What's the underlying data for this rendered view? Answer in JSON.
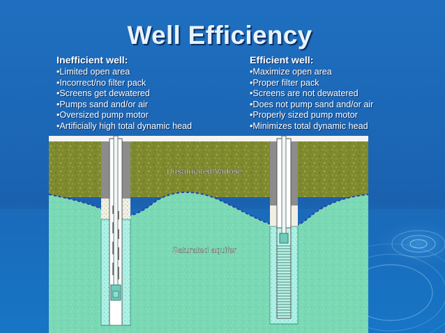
{
  "slide": {
    "title": "Well Efficiency"
  },
  "inefficient": {
    "heading": "Inefficient well:",
    "items": [
      "•Limited open area",
      "•Incorrect/no filter pack",
      "•Screens get dewatered",
      "•Pumps sand and/or air",
      "•Oversized pump motor",
      "•Artificially high total dynamic head"
    ]
  },
  "efficient": {
    "heading": "Efficient well:",
    "items": [
      "•Maximize open area",
      "•Proper filter pack",
      "•Screens are not dewatered",
      "•Does not pump sand and/or air",
      "•Properly sized pump motor",
      "•Minimizes total dynamic head"
    ]
  },
  "diagram": {
    "unsaturated_label": "Unsaturated/Vadose",
    "saturated_label": "Saturated aquifer",
    "colors": {
      "soil": "#7f8a2e",
      "aquifer": "#78d8b2",
      "filter_pack": "#a8f0e4",
      "casing": "#8c8c8c",
      "water_table": "#2a3fa8",
      "background": "#1a64b4"
    }
  }
}
